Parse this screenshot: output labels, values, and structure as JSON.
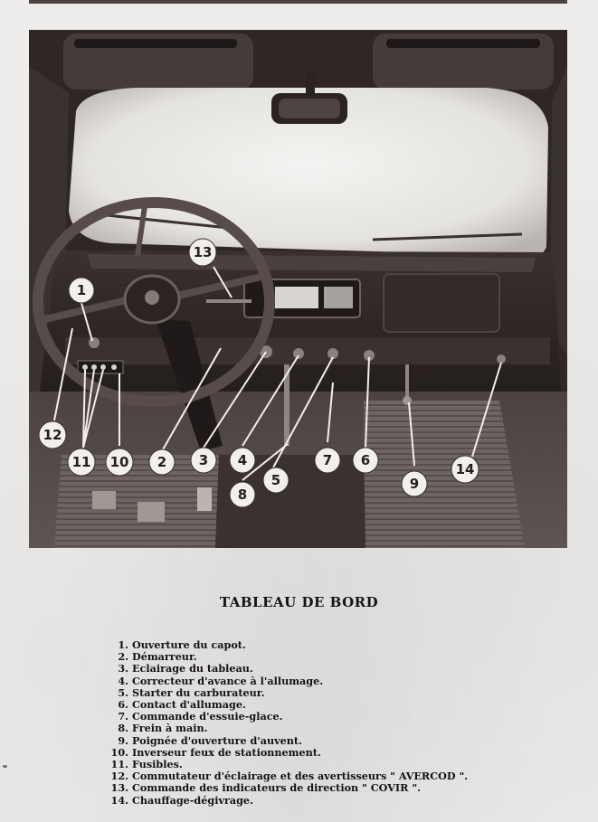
{
  "title": "TABLEAU DE BORD",
  "legend": [
    {
      "num": "1.",
      "text": "Ouverture du capot."
    },
    {
      "num": "2.",
      "text": "Démarreur."
    },
    {
      "num": "3.",
      "text": "Eclairage du tableau."
    },
    {
      "num": "4.",
      "text": "Correcteur d'avance à l'allumage."
    },
    {
      "num": "5.",
      "text": "Starter du carburateur."
    },
    {
      "num": "6.",
      "text": "Contact d'allumage."
    },
    {
      "num": "7.",
      "text": "Commande d'essuie-glace."
    },
    {
      "num": "8.",
      "text": "Frein à main."
    },
    {
      "num": "9.",
      "text": "Poignée d'ouverture d'auvent."
    },
    {
      "num": "10.",
      "text": "Inverseur feux de stationnement."
    },
    {
      "num": "11.",
      "text": "Fusibles."
    },
    {
      "num": "12.",
      "text": "Commutateur d'éclairage et des avertisseurs \" AVERCOD \"."
    },
    {
      "num": "13.",
      "text": "Commande des indicateurs de direction \" COVIR \"."
    },
    {
      "num": "14.",
      "text": "Chauffage-dégivrage."
    }
  ],
  "photo": {
    "markers": [
      "1",
      "2",
      "3",
      "4",
      "5",
      "6",
      "7",
      "8",
      "9",
      "10",
      "11",
      "12",
      "13",
      "14"
    ]
  }
}
